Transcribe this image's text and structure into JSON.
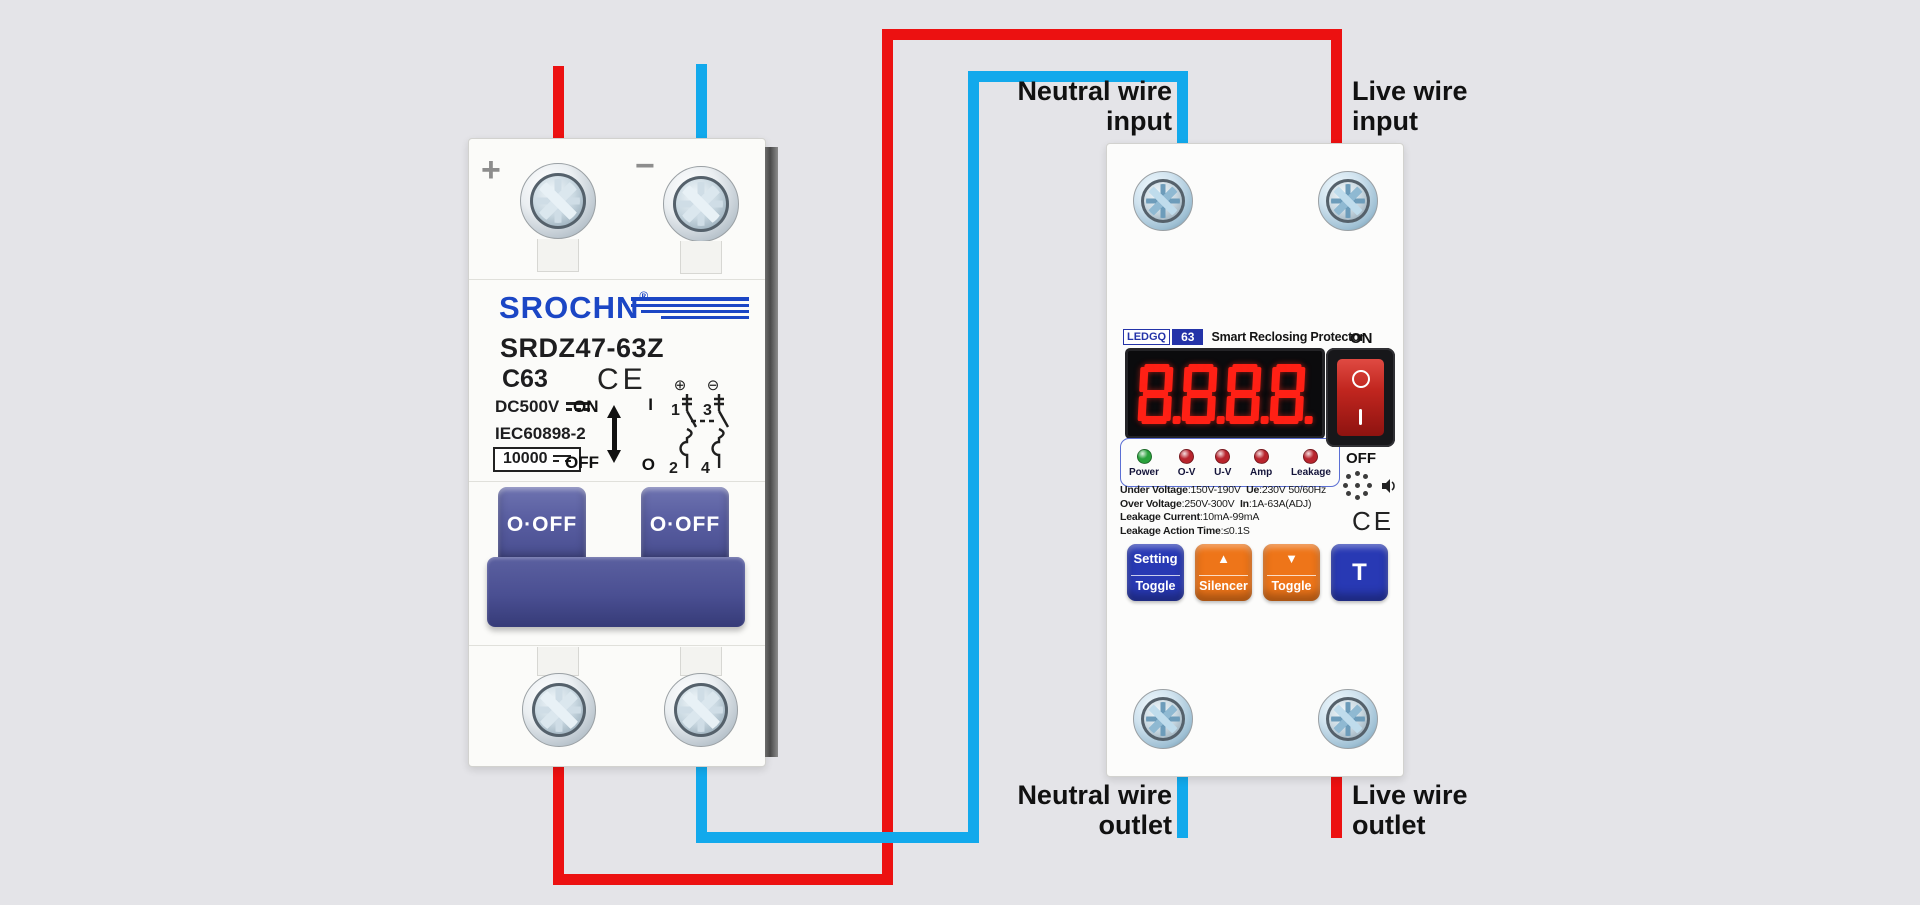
{
  "colors": {
    "background": "#e4e4e8",
    "live_wire": "#ec1111",
    "neutral_wire": "#12a9ec",
    "brand_blue": "#1b46c5",
    "header_blue": "#2433a8",
    "display_red": "#ff2015",
    "button_blue": "#2839b4",
    "button_orange": "#ee7519",
    "led_green": "#2aa23c",
    "led_red": "#b8242d",
    "label_text": "#111111"
  },
  "wire_labels": {
    "neutral_input": {
      "line1": "Neutral wire",
      "line2": "input"
    },
    "live_input": {
      "line1": "Live wire",
      "line2": "input"
    },
    "neutral_outlet": {
      "line1": "Neutral wire",
      "line2": "outlet"
    },
    "live_outlet": {
      "line1": "Live wire",
      "line2": "outlet"
    }
  },
  "breaker": {
    "plus_mark": "+",
    "minus_mark": "−",
    "brand": "SROCHN",
    "registered_mark": "®",
    "model": "SRDZ47-63Z",
    "rating": "C63",
    "ce_mark": "CE",
    "voltage": "DC500V",
    "standard": "IEC60898-2",
    "breaking_capacity": "10000",
    "on_label": "ON",
    "closed_symbol": "I",
    "off_label": "OFF",
    "open_symbol": "O",
    "handle_label": "O·OFF",
    "pole_plus": "⊕",
    "pole_minus": "⊖",
    "poles_top": [
      "1",
      "3"
    ],
    "poles_bottom": [
      "2",
      "4"
    ]
  },
  "protector": {
    "brand": "LEDGQ",
    "model_number": "63",
    "title": "Smart Reclosing Protector",
    "display_value": "8.8.8.8.",
    "on_label": "ON",
    "off_label": "OFF",
    "rocker_open": "O",
    "rocker_closed": "I",
    "ce_mark": "CE",
    "leds": [
      {
        "label": "Power",
        "color": "green"
      },
      {
        "label": "O-V",
        "color": "red"
      },
      {
        "label": "U-V",
        "color": "red"
      },
      {
        "label": "Amp",
        "color": "red"
      },
      {
        "label": "Leakage",
        "color": "red"
      }
    ],
    "specs": [
      {
        "label": "Under Voltage",
        "value": "150V-190V",
        "label2": "Ue",
        "value2": "230V 50/60Hz"
      },
      {
        "label": "Over Voltage",
        "value": "250V-300V",
        "label2": "In",
        "value2": "1A-63A(ADJ)"
      },
      {
        "label": "Leakage Current",
        "value": "10mA-99mA"
      },
      {
        "label": "Leakage Action Time",
        "value": "≤0.1S"
      }
    ],
    "buttons": [
      {
        "top": "Setting",
        "bottom": "Toggle",
        "style": "blue"
      },
      {
        "top": "▲",
        "bottom": "Silencer",
        "style": "orange"
      },
      {
        "top": "▼",
        "bottom": "Toggle",
        "style": "orange"
      },
      {
        "top": "T",
        "bottom": "",
        "style": "blue"
      }
    ]
  }
}
